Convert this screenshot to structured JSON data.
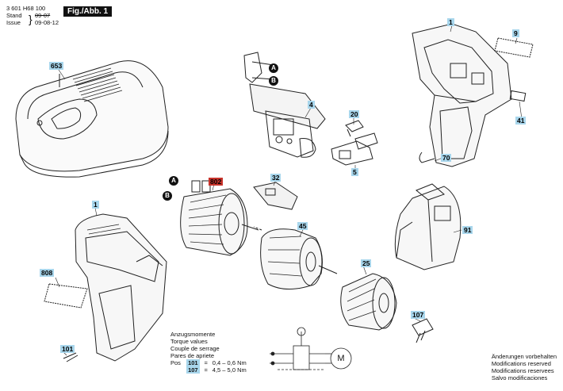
{
  "header": {
    "part_number": "3 601 H68 100",
    "stand_label": "Stand",
    "issue_label": "Issue",
    "old_date": "09-07",
    "new_date": "09-08-12",
    "figure_label": "Fig./Abb. 1"
  },
  "callouts": {
    "c653": "653",
    "c4": "4",
    "c20": "20",
    "c5": "5",
    "c1_top": "1",
    "c9": "9",
    "c41": "41",
    "c70": "70",
    "c802": "802",
    "c32": "32",
    "c45": "45",
    "c91": "91",
    "c1_left": "1",
    "c808": "808",
    "c25": "25",
    "c107_right": "107",
    "c101_left": "101"
  },
  "letters": {
    "a_top": "A",
    "b_top": "B",
    "a_motor": "A",
    "b_motor": "B"
  },
  "torque": {
    "lines": [
      "Anzugsmomente",
      "Torque values",
      "Couple de serrage",
      "Pares de apriete"
    ],
    "pos_label": "Pos",
    "rows": [
      {
        "pos": "101",
        "eq": "=",
        "value": "0,4 – 0,6 Nm"
      },
      {
        "pos": "107",
        "eq": "=",
        "value": "4,5 – 5,0 Nm"
      }
    ]
  },
  "notes": [
    "Änderungen vorbehalten",
    "Modifications reserved",
    "Modifications reservees",
    "Salvo modificaciones"
  ],
  "motor_symbol": "M"
}
